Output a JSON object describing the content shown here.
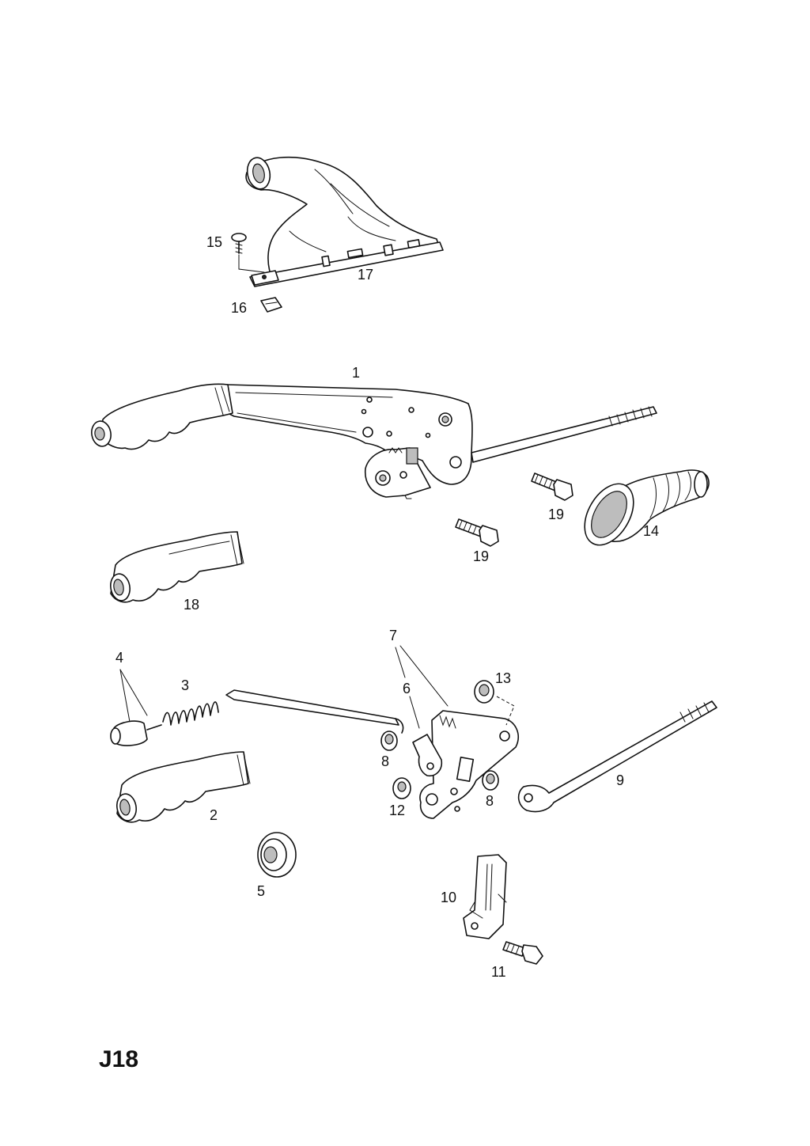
{
  "diagram": {
    "reference_code": "J18",
    "callouts": {
      "c1": "1",
      "c2": "2",
      "c3": "3",
      "c4": "4",
      "c5": "5",
      "c6": "6",
      "c7": "7",
      "c8a": "8",
      "c8b": "8",
      "c9": "9",
      "c10": "10",
      "c11": "11",
      "c12": "12",
      "c13": "13",
      "c14": "14",
      "c15": "15",
      "c16": "16",
      "c17": "17",
      "c18": "18",
      "c19a": "19",
      "c19b": "19"
    }
  }
}
